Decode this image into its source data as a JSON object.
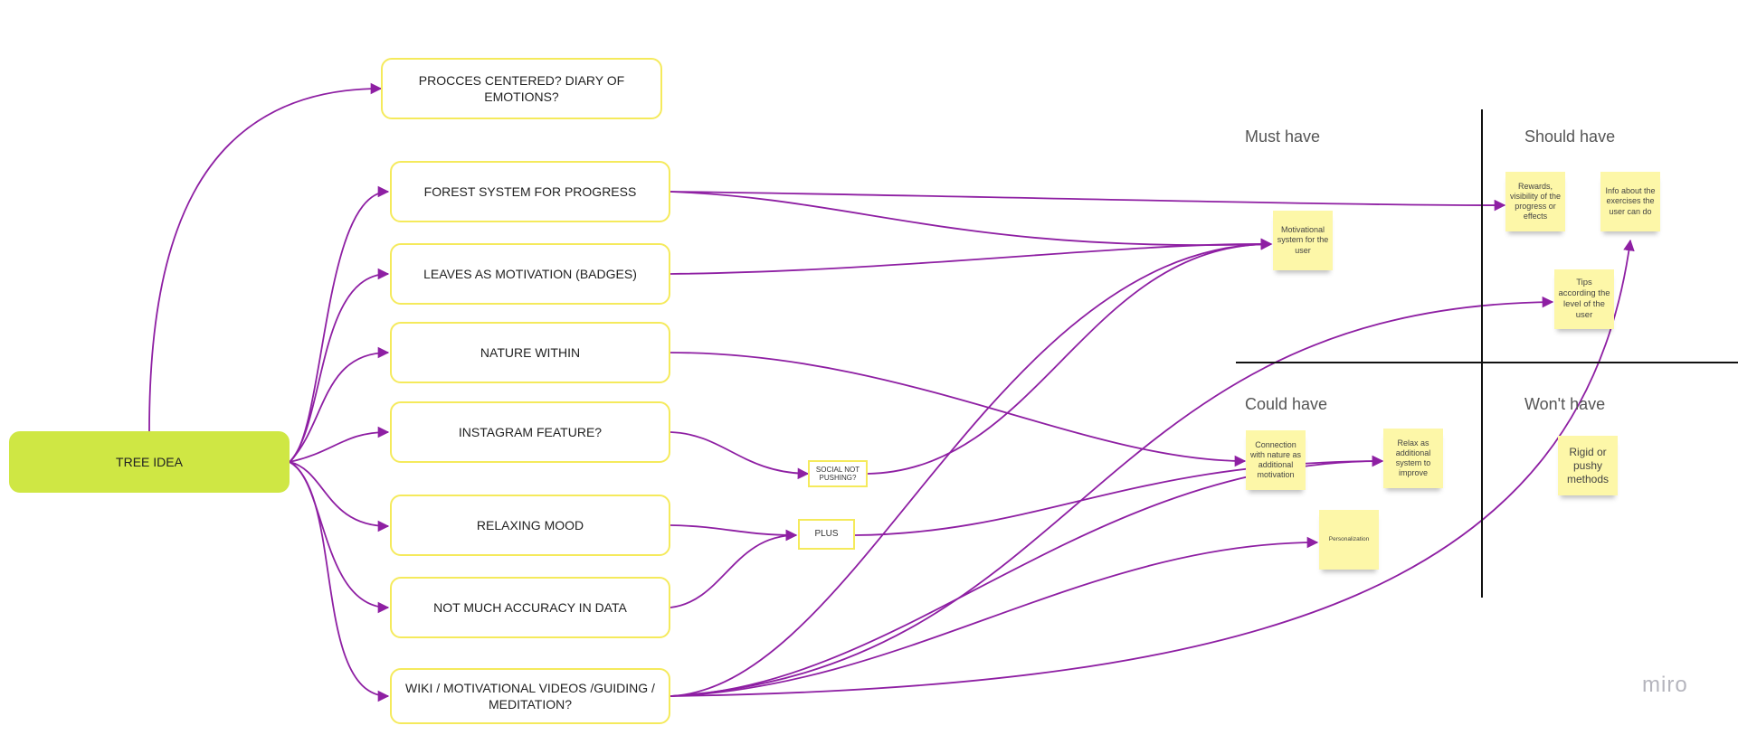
{
  "mindmap": {
    "root": "TREE IDEA",
    "branches": {
      "procces": "PROCCES CENTERED? DIARY OF EMOTIONS?",
      "forest": "FOREST SYSTEM FOR PROGRESS",
      "leaves": "LEAVES AS MOTIVATION (BADGES)",
      "nature": "NATURE WITHIN",
      "instagram": "INSTAGRAM FEATURE?",
      "relaxing": "RELAXING MOOD",
      "accuracy": "NOT MUCH ACCURACY IN DATA",
      "wiki": "WIKI / MOTIVATIONAL VIDEOS /GUIDING / MEDITATION?"
    },
    "sub_nodes": {
      "social": "SOCIAL NOT PUSHING?",
      "plus": "PLUS"
    }
  },
  "moscow": {
    "labels": {
      "must": "Must have",
      "should": "Should have",
      "could": "Could have",
      "wont": "Won't have"
    },
    "notes": {
      "motivational": "Motivational system for the user",
      "rewards": "Rewards, visibility of the progress or effects",
      "info": "Info about the exercises the user can do",
      "tips": "Tips according the level of the user",
      "connection": "Connection with nature as additional motivation",
      "relax": "Relax as additional system to improve",
      "personalization": "Personalization",
      "rigid": "Rigid or pushy methods"
    }
  },
  "brand": "miro",
  "colors": {
    "connector": "#8e1fa3",
    "node_border": "#f5ea5c",
    "root_fill": "#cfe744",
    "sticky": "#fdf7a8"
  }
}
